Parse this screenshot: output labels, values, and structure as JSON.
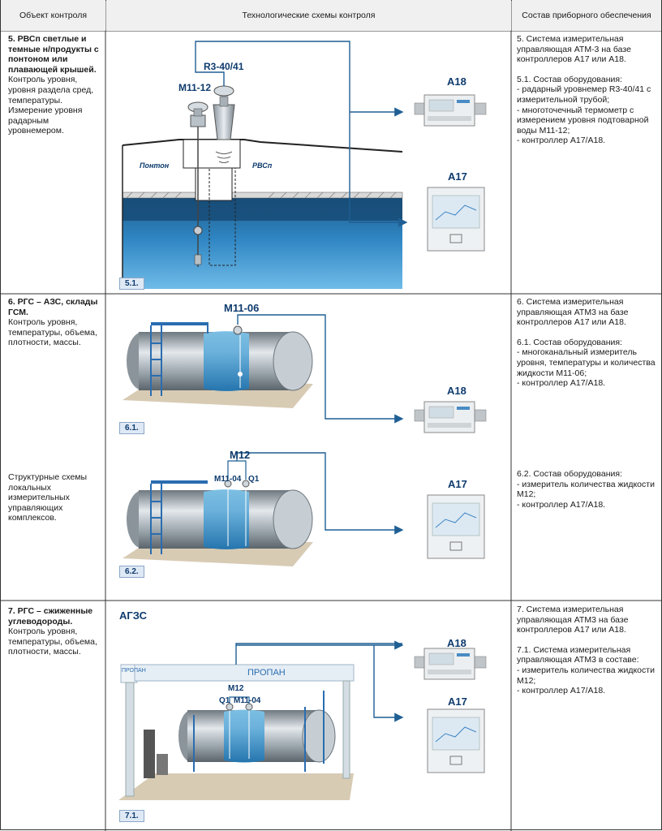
{
  "headers": {
    "col1": "Объект контроля",
    "col2": "Технологические схемы контроля",
    "col3": "Состав приборного обеспечения"
  },
  "rows": [
    {
      "object_title": "5. РВСп светлые и темные н/продукты с понтоном или плавающей крышей.",
      "object_desc": "Контроль уровня, уровня раздела сред, температуры. Измерение уровня радарным уровнемером.",
      "equip_p1": "5. Система измерительная управляющая АТМ-3 на базе контроллеров А17 или А18.",
      "equip_p2": "5.1. Состав оборудования:",
      "equip_items": [
        "- радарный уровнемер R3-40/41 с измерительной трубой;",
        "- многоточечный термометр с измерением уровня подтоварной воды М11-12;",
        "- контроллер А17/А18."
      ],
      "labels": {
        "radar": "R3-40/41",
        "probe": "М11-12",
        "ponton": "Понтон",
        "tank": "РВСп",
        "a18": "А18",
        "a17": "А17",
        "scheme": "5.1."
      }
    },
    {
      "object_title": "6. РГС – АЗС, склады ГСМ.",
      "object_desc": "Контроль уровня, температуры, объема, плотности, массы.",
      "object_note": "Структурные схемы локальных измерительных управляющих комплексов.",
      "equip_p1": "6. Система измерительная управляющая АТМ3 на базе контроллеров А17 или А18.",
      "equip_p2": "6.1. Состав оборудования:",
      "equip_items": [
        "- многоканальный измеритель уровня, температуры и количества жидкости М11-06;",
        "- контроллер А17/А18."
      ],
      "equip_p3": "6.2. Состав оборудования:",
      "equip_items2": [
        "- измеритель количества жидкости М12;",
        "- контроллер А17/А18."
      ],
      "labels": {
        "m1106": "М11-06",
        "m12": "М12",
        "m1104": "М11-04",
        "q1": "Q1",
        "a18": "А18",
        "a17": "А17",
        "scheme1": "6.1.",
        "scheme2": "6.2."
      }
    },
    {
      "object_title": "7. РГС – сжиженные углеводороды.",
      "object_desc": "Контроль уровня, температуры, объема, плотности, массы.",
      "equip_p1": "7. Система измерительная управляющая АТМ3 на базе контроллеров А17 или А18.",
      "equip_p2": "7.1. Система измерительная управляющая АТМ3 в составе:",
      "equip_items": [
        "- измеритель количества жидкости М12;",
        "- контроллер А17/А18."
      ],
      "labels": {
        "station": "АГЗС",
        "canopy": "ПРОПАН",
        "canopy_side": "ПРОПАН",
        "m12": "М12",
        "q1": "Q1",
        "m1104": "М11-04",
        "a18": "А18",
        "a17": "А17",
        "scheme": "7.1."
      }
    }
  ]
}
